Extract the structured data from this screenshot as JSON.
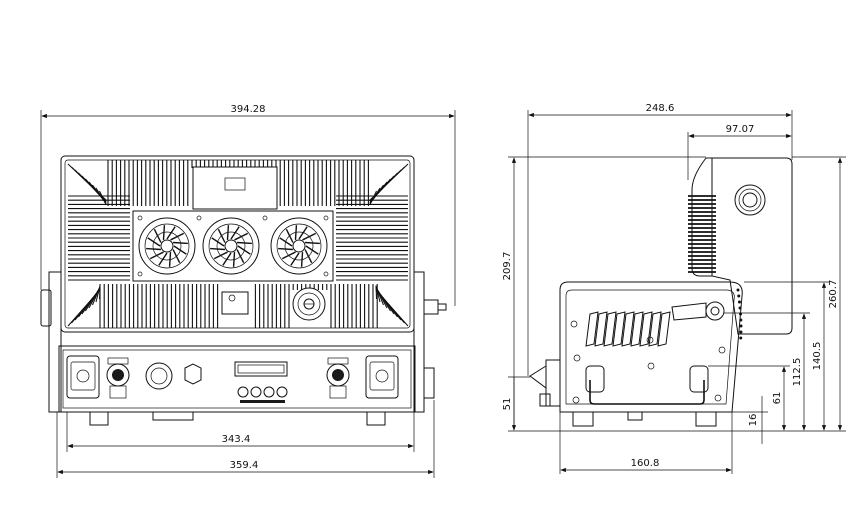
{
  "dimensions": {
    "front_overall_width": "394.28",
    "front_body_width": "359.4",
    "front_inner_width": "343.4",
    "side_overall_depth": "248.6",
    "side_top_offset": "97.07",
    "side_total_height": "260.7",
    "side_upper_height": "209.7",
    "side_pivot_height": "140.5",
    "side_handle_height": "112.5",
    "side_base_height": "61",
    "side_foot_height": "16",
    "side_connector_height": "51",
    "side_base_length": "160.8"
  }
}
